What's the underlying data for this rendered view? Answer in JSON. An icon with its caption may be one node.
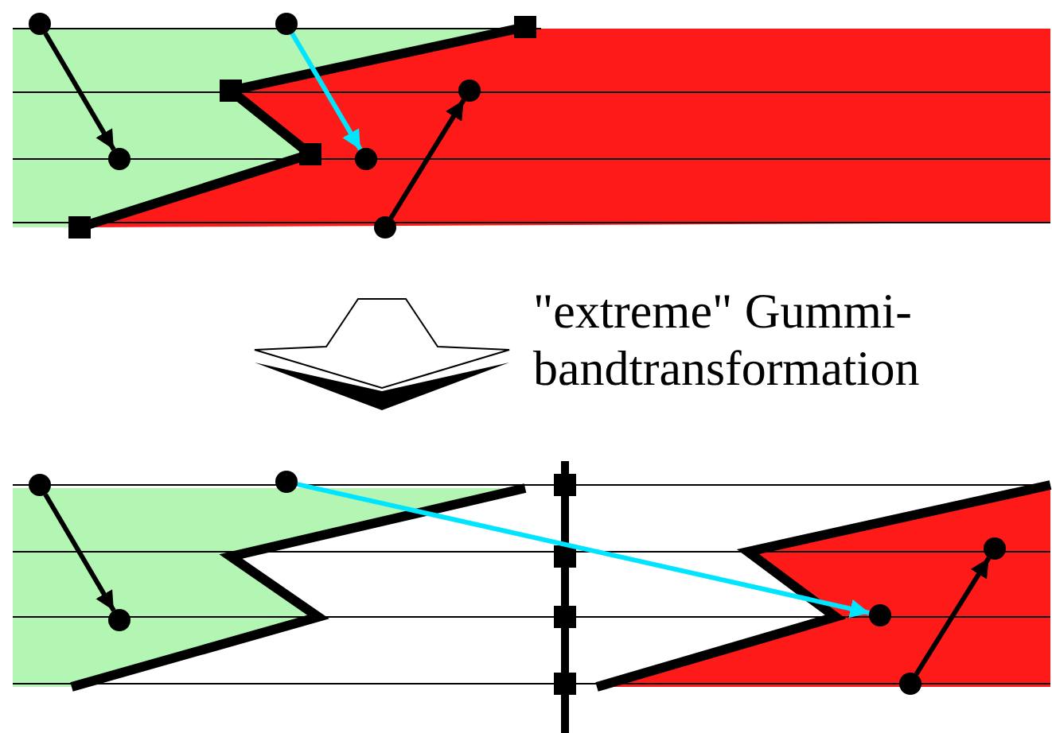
{
  "diagram": {
    "nodes": [
      {
        "text": [],
        "shape": "circle"
      },
      {
        "text": [],
        "shape": "circle"
      },
      {
        "text": [],
        "shape": "circle"
      },
      {
        "text": [],
        "shape": "circle"
      },
      {
        "text": [],
        "shape": "circle"
      },
      {
        "text": [],
        "shape": "circle"
      },
      {
        "text": [],
        "shape": "circle"
      },
      {
        "text": [],
        "shape": "circle"
      },
      {
        "text": [],
        "shape": "circle"
      },
      {
        "text": [],
        "shape": "circle"
      },
      {
        "text": [],
        "shape": "circle"
      },
      {
        "text": [],
        "shape": "circle"
      }
    ],
    "edges": [
      {
        "from": 0,
        "to": 3,
        "arrow": "to"
      },
      {
        "from": 1,
        "to": 4,
        "arrow": "to",
        "color": "#00e5ff"
      },
      {
        "from": 5,
        "to": 2,
        "arrow": "to"
      },
      {
        "from": 6,
        "to": 8,
        "arrow": "to"
      },
      {
        "from": 7,
        "to": 10,
        "arrow": "to",
        "color": "#00e5ff"
      },
      {
        "from": 11,
        "to": 9,
        "arrow": "to"
      }
    ],
    "labels": [
      "\"extreme\" Gummi-bandtransformation"
    ]
  }
}
